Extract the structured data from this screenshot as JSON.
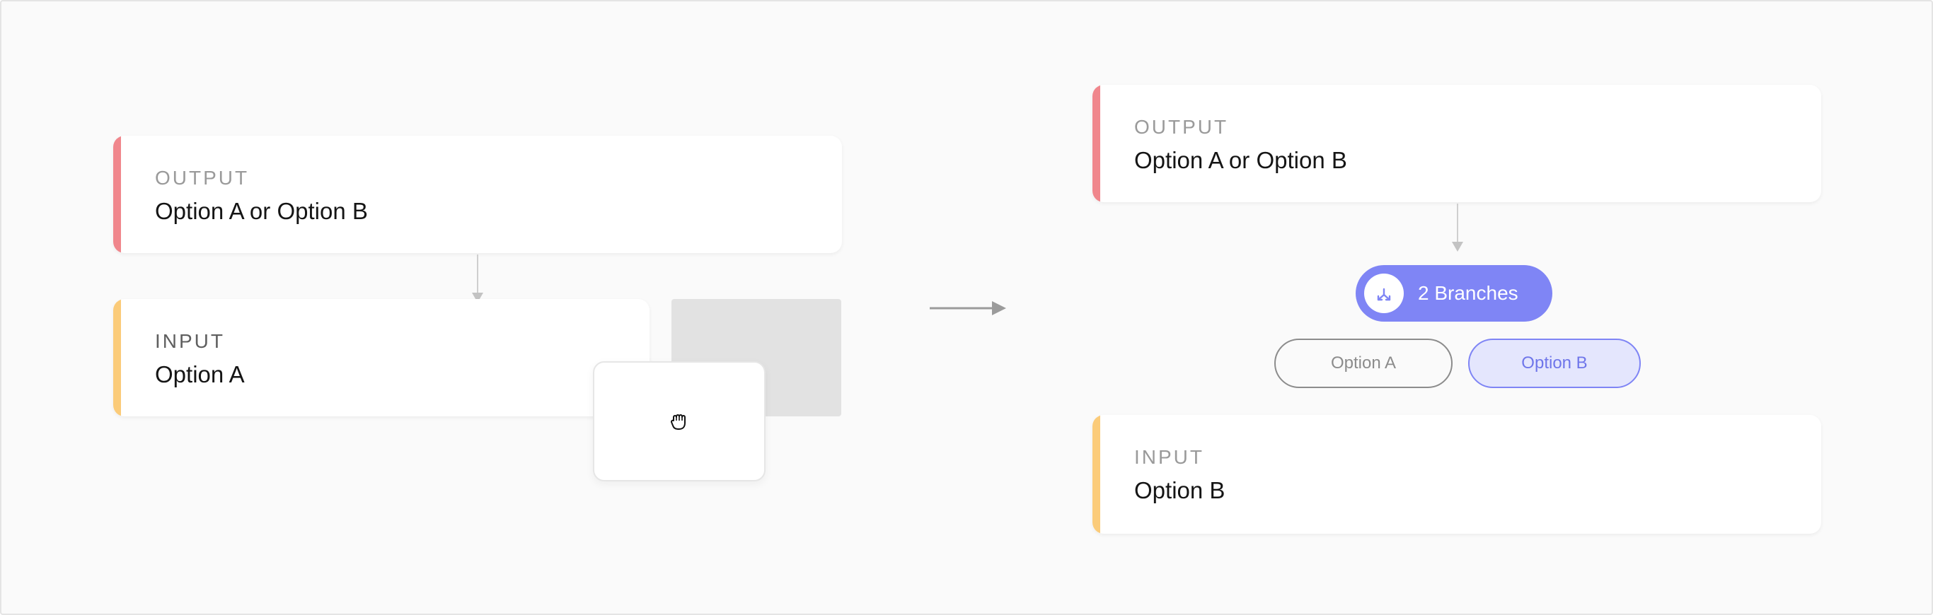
{
  "before": {
    "output_card": {
      "kind": "OUTPUT",
      "value": "Option A or Option B"
    },
    "input_card": {
      "kind": "INPUT",
      "value": "Option A"
    },
    "cursor_icon": "grab-hand-icon"
  },
  "after": {
    "output_card": {
      "kind": "OUTPUT",
      "value": "Option A or Option B"
    },
    "branch_badge": {
      "label": "2 Branches",
      "icon": "branch-merge-icon"
    },
    "options": [
      {
        "label": "Option A",
        "selected": false
      },
      {
        "label": "Option B",
        "selected": true
      }
    ],
    "input_card": {
      "kind": "INPUT",
      "value": "Option B"
    }
  },
  "colors": {
    "output_accent": "#f0868c",
    "input_accent": "#fbcb79",
    "branch_accent": "#7f85f5",
    "selected_option_bg": "#e4e6fd"
  }
}
